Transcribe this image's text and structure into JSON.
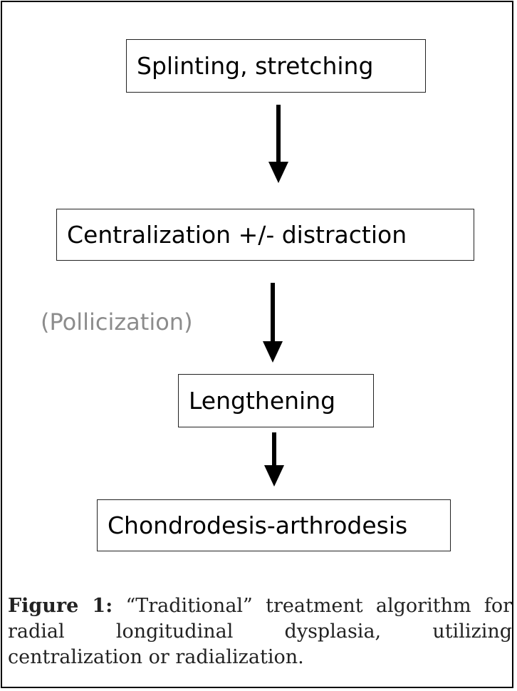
{
  "diagram": {
    "steps": [
      "Splinting, stretching",
      "Centralization +/- distraction",
      "Lengthening",
      "Chondrodesis-arthrodesis"
    ],
    "side_note": "(Pollicization)",
    "colors": {
      "box_border": "#222222",
      "arrow": "#000000",
      "side_note": "#8c8c8c",
      "frame": "#000000"
    }
  },
  "caption": {
    "label": "Figure 1:",
    "text": " “Traditional” treatment algorithm for radial longitudinal dysplasia, utilizing centralization or radialization."
  }
}
